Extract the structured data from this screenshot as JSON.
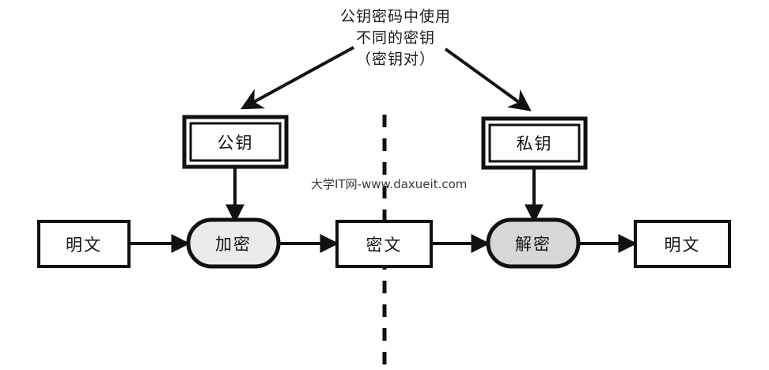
{
  "diagram": {
    "title_annotation": {
      "lines": [
        "公钥密码中使用",
        "不同的密钥",
        "（密钥对）"
      ]
    },
    "watermark": "大学IT网-www.daxueit.com",
    "colors": {
      "stroke": "#111111",
      "background": "#ffffff",
      "encrypt_fill": "#ebebeb",
      "decrypt_fill": "#d7d7d7",
      "box_fill": "#ffffff"
    },
    "key_boxes": [
      {
        "id": "public-key",
        "label": "公钥"
      },
      {
        "id": "private-key",
        "label": "私钥"
      }
    ],
    "flow_nodes": [
      {
        "id": "plaintext-left",
        "label": "明文",
        "shape": "rect"
      },
      {
        "id": "encrypt",
        "label": "加密",
        "shape": "pill"
      },
      {
        "id": "ciphertext",
        "label": "密文",
        "shape": "rect"
      },
      {
        "id": "decrypt",
        "label": "解密",
        "shape": "pill"
      },
      {
        "id": "plaintext-right",
        "label": "明文",
        "shape": "rect"
      }
    ],
    "divider": {
      "style": "dashed",
      "orientation": "vertical"
    }
  }
}
